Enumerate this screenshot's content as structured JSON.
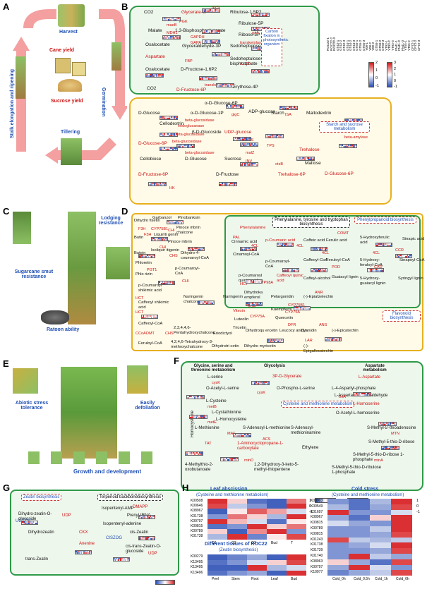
{
  "panels": {
    "A": {
      "letter": "A",
      "labels": {
        "harvest": "Harvest",
        "cane": "Cane yield",
        "sucrose": "Sucrose yield",
        "germination": "Germination",
        "tillering": "Tillering",
        "stalk": "Stalk elongation and ripening"
      }
    },
    "B": {
      "letter": "B",
      "calvin": [
        "CO2",
        "Glycerate-3P",
        "Ribulose-1,5P2",
        "Ribulose-5P",
        "Ribose-5P",
        "Malate",
        "1,3-Bisphosphoglycerate",
        "Oxalocetate",
        "Aspartate",
        "Glyceraldehyde-3P",
        "Sedoheptulose-7P",
        "Oxalocetate",
        "Sedoheptulose-1,7-bisphosphate",
        "D-Fructose-1,6P2",
        "CO2",
        "D-Fructose-6P",
        "Erythose-4P"
      ],
      "calvin_box": "Carbon fixation in photosynthetic organism",
      "enzymes": [
        "rbcS",
        "PGK",
        "maeB",
        "MDH1",
        "MDH2",
        "GAPDH",
        "GAPA",
        "FBP",
        "rpiA",
        "transketolase",
        "ALDO",
        "transketolase"
      ],
      "starch": [
        "α-D-Glucose-6P",
        "D-Glucose",
        "α-D-Glucose-1P",
        "ADP-glucose",
        "Starch",
        "Maltodextrin",
        "Cellodextrin",
        "β-D-Glucoside",
        "UDP-glucose",
        "D-Glucose-6P",
        "Cellobiose",
        "D-Glucose",
        "Sucrose",
        "Trehalose",
        "Maltose",
        "D-Fructose-6P",
        "D-Fructose",
        "Trehalose-6P",
        "D-Glucose-6P"
      ],
      "starch_box": "Starch and sucrose metabolism",
      "starch_enzymes": [
        "glgC",
        "ISA",
        "AMY",
        "beta-glucosidase",
        "endoglucanase",
        "beta-glucosidase",
        "beta-amylase",
        "beta-glucosidase",
        "beta-glucosidase",
        "SUS",
        "TPS",
        "malZ",
        "INV",
        "otsB",
        "HK"
      ]
    },
    "legend_B": {
      "ticks": [
        "2",
        "1",
        "0",
        "-1"
      ],
      "ticks2": [
        "3",
        "2",
        "1",
        "0",
        "-1"
      ],
      "samples": [
        "ROC22-1",
        "ROC22-2",
        "ROC22-3",
        "GT42-1",
        "GT42-2",
        "GT42-3",
        "GT44-1",
        "GT44-2",
        "GT44-3",
        "GT55-1",
        "GT55-2",
        "GT55-3",
        "Y08-1",
        "Y08-2",
        "Y08-3",
        "GT50-1",
        "GT50-2",
        "GT50-3",
        "YT93-1",
        "YT93-2",
        "YT93-3",
        "FN41-1",
        "FN41-2",
        "FN41-3",
        "YT55-1",
        "YT55-2",
        "CP72-1",
        "CP72-2",
        "CP72-3"
      ]
    },
    "C": {
      "letter": "C",
      "labels": {
        "lodging": "Lodging resistance",
        "smut": "Sugarcane smut resistance",
        "ratoon": "Ratoon ability"
      }
    },
    "D": {
      "letter": "D",
      "nodes": [
        "Dihydro fisetin",
        "Garbanzol",
        "Pinobanksin",
        "Butin",
        "Liquiriti genin",
        "Pinoce mbrin chalcone",
        "Pinoce mbrin",
        "Isoliquir itigenin",
        "Butein",
        "Phloretin",
        "Dihydro-4-coumaroyl-CoA",
        "Phlo rizin",
        "p-Coumaroyl-CoA",
        "p-Coumaroyl shikimic acid",
        "Naringenin chalcone",
        "Naringenin",
        "Dihydroka empferol",
        "Pelargonidin",
        "(-)-Epiafzelechin",
        "Caffeoyl shikimic acid",
        "Vitexin",
        "Luteolin",
        "Kaempferol",
        "Tricetin",
        "Quercetin",
        "Caffeoyl-CoA",
        "2,3,4,4,6-Pentahydroxychalcone",
        "Eriodictyol",
        "Dihydroqu ercetin",
        "Leucocy anidin",
        "Cyanidin",
        "(-)-Epicatechin",
        "Feruloyl-CoA",
        "4,2,4,6-Tetrahydroxy-3-methoxychalcone",
        "Dihydrotri cetin",
        "Dihydro myricetin",
        "(-)-Epigallocatechin",
        "Phenylalanine",
        "Cinnamic acid",
        "p-Coumaric acid",
        "Caffeic acid",
        "Ferulic acid",
        "5-Hydroxyferulic acid",
        "Sinapic acid",
        "Cinamoyl-CoA",
        "p-Coumaroyl-CoA",
        "Caffeoyl-CoA",
        "Feruloyl-CoA",
        "5-Hydroxy-feruloyl-CoA",
        "Sinapoyl-CoA",
        "p-Coumaroyl quinic acid",
        "Caffeoyl quinic acid",
        "Caffeyl-alcohol",
        "Guaiacyl lignin",
        "5-Hydroxy-guaiacyl lignin",
        "Syringyl lignin"
      ],
      "titles": {
        "aa": "Phenylalanine, tyrosine and tryptophan biosynthesis",
        "phenyl": "Phenylpropanoid biosynthesis",
        "flavonoid": "Flavonoid biosynthesis"
      },
      "enzymes": [
        "F3H",
        "CYP75B1",
        "F3H",
        "CHI",
        "CHI",
        "CHS",
        "PGT1",
        "CHI",
        "HCT",
        "HCT",
        "CCoAOMT",
        "CHS",
        "F3H",
        "CYP75A",
        "CYP75B1",
        "CYP75A",
        "ANR",
        "DFR",
        "ANS",
        "LAR",
        "PAL",
        "4CL",
        "4CL",
        "COMT",
        "4CL",
        "4CL",
        "CCR",
        "CAD",
        "POD",
        "CYP98A",
        "HCT"
      ]
    },
    "E": {
      "letter": "E",
      "labels": {
        "abiotic": "Abiotic stress tolerance",
        "defoliation": "Easily defoliation",
        "growth": "Growth and development"
      }
    },
    "F": {
      "letter": "F",
      "titles": {
        "gly": "Glycine, serine and threonine metabolism",
        "glyc": "Glycolysis",
        "asp": "Aspartate metabolism",
        "cys": "Cysteine and methionine metabolism"
      },
      "nodes": [
        "L-serine",
        "3P-D-Glycerate",
        "L-Aspartate",
        "O-Acetyl-L-serine",
        "O-Phospho-L-serine",
        "L-4-Aspartyl-phosphate",
        "L-Aspartate-4-semialdehyde",
        "L-Cysteine",
        "L-Homoserine",
        "O-Acetyl-L-homoserine",
        "L-Cystathionine",
        "L-Homocysteine",
        "L-Methionine",
        "S-Adenosyl-L-methionine",
        "S-Adenosyl-methioninamine",
        "S-Methyl-5'-thioadenosine",
        "Homocysteine",
        "1-Aminocyclopropane-1-carboxylate",
        "S-Methyl-5-thio-D-ribose",
        "Ethylene",
        "S-Methyl-5-thio-D-ribose 1-phosphate",
        "4-Methylthio-2-oxobutanoate",
        "1,2-Dihydroxy-3-keto-5-methyl-thiopentene",
        "S-Methyl-5-thio-D-ribulose 1-phosphate"
      ],
      "enzymes": [
        "cysK",
        "cysK",
        "metB",
        "metE",
        "MAT",
        "TAT",
        "ACS",
        "mtnD",
        "MTN",
        "mtnA",
        "thrA"
      ]
    },
    "G": {
      "letter": "G",
      "titles": {
        "zeatin": "Zeatin biosynthesis",
        "terp": "Terpenoid backbonebiosynthesis"
      },
      "nodes": [
        "Isopentenyl-AMP",
        "DMAPP",
        "Dihydro-zeatin-O-glucoside",
        "UDP",
        "Prenyl-tRNA",
        "UGT73C",
        "Isopentenyl-adenine",
        "cis-Zeatin",
        "Dihydrozeatin",
        "CKX",
        "CISZOG",
        "Anenine",
        "cis-trans-Zeatin-O-glucoside",
        "UDP",
        "trans-Zeatin"
      ]
    },
    "H": {
      "letter": "H",
      "leaf": {
        "title": "Leaf abscission",
        "subtitle": "(Cysteine and methionine metabolism)",
        "cols": [
          "Q1",
          "Q2",
          "Q3",
          "Bud",
          "T"
        ],
        "rows": [
          "K00508",
          "K00646",
          "K08967",
          "K01738",
          "K00797",
          "K00815",
          "K00789",
          "K01738"
        ],
        "grid": [
          [
            0.9,
            0.2,
            -0.8,
            -0.9,
            0.6
          ],
          [
            0.8,
            -0.3,
            -0.6,
            -0.9,
            0.9
          ],
          [
            -0.9,
            0.1,
            0.7,
            0.4,
            -0.2
          ],
          [
            -0.6,
            0.6,
            0.2,
            -0.4,
            0.9
          ],
          [
            0.9,
            0.3,
            -0.2,
            -0.8,
            0.1
          ],
          [
            -0.8,
            -0.6,
            0.9,
            0.2,
            0.6
          ],
          [
            0.2,
            -0.9,
            0.5,
            0.9,
            -0.6
          ],
          [
            -0.4,
            0.9,
            -0.7,
            0.1,
            0.8
          ]
        ]
      },
      "tissues": {
        "title": "Different tissues of ROC22",
        "subtitle": "(Zeatin biosynthesis)",
        "cols": [
          "Peel",
          "Stem",
          "Root",
          "Leaf",
          "Bud"
        ],
        "rows": [
          "K00279",
          "K13495",
          "K13495",
          "K13496"
        ],
        "grid": [
          [
            -0.9,
            -0.7,
            -0.5,
            -0.9,
            0.9
          ],
          [
            -0.8,
            -0.6,
            -0.2,
            0.2,
            0.8
          ],
          [
            -0.9,
            -0.9,
            0.9,
            -0.4,
            -0.2
          ],
          [
            -0.8,
            -0.6,
            -0.5,
            -0.9,
            0.9
          ]
        ]
      },
      "cold": {
        "title": "Cold stress",
        "subtitle": "(Cysteine and methionine metabolism)",
        "cols": [
          "Cold_0h",
          "Cold_0.5h",
          "Cold_1h",
          "Cold_6h"
        ],
        "rows": [
          "K00003",
          "K00549",
          "K01697",
          "K08967",
          "K00815",
          "K00789",
          "K00815",
          "K01243",
          "K01738",
          "K01739",
          "K01740",
          "K08963",
          "K00797",
          "K10977"
        ],
        "grid": [
          [
            -0.6,
            -0.8,
            -0.4,
            0.9
          ],
          [
            -0.4,
            -0.8,
            -0.5,
            0.8
          ],
          [
            0.9,
            -0.6,
            -0.6,
            -0.2
          ],
          [
            -0.5,
            -0.8,
            0.2,
            0.9
          ],
          [
            -0.2,
            -0.5,
            -0.6,
            0.9
          ],
          [
            -0.6,
            -0.6,
            -0.3,
            0.9
          ],
          [
            -0.6,
            -0.6,
            -0.5,
            0.8
          ],
          [
            0.8,
            -0.3,
            -0.4,
            -0.3
          ],
          [
            -0.6,
            -0.5,
            -0.2,
            0.9
          ],
          [
            -0.6,
            -0.6,
            -0.5,
            0.8
          ],
          [
            -0.6,
            0.9,
            -0.3,
            -0.5
          ],
          [
            0.2,
            -0.5,
            -0.8,
            0.8
          ],
          [
            -0.5,
            0.9,
            -0.2,
            -0.6
          ],
          [
            -0.7,
            -0.5,
            -0.3,
            0.8
          ]
        ]
      },
      "scale_ticks": [
        "1",
        "0",
        "-1"
      ]
    }
  },
  "colors": {
    "green": "#2e9a48",
    "yellow": "#e8b020",
    "arrow": "#f08c8c",
    "red": "#d7191c",
    "blue": "#2c4fb5",
    "white": "#ffffff"
  }
}
